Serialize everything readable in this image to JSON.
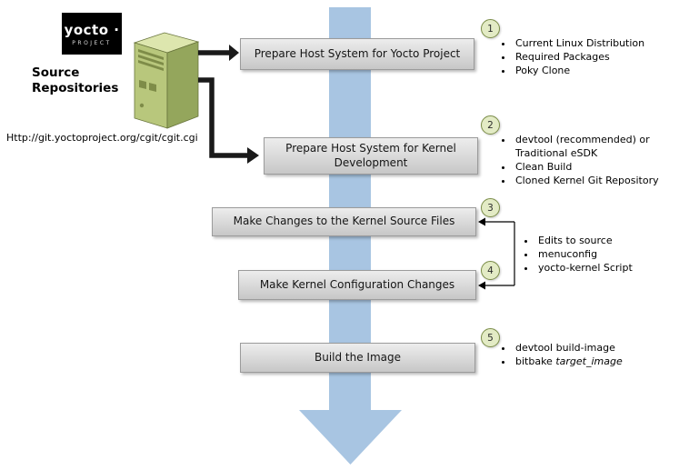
{
  "logo": {
    "brand": "yocto ·",
    "subtitle": "PROJECT"
  },
  "source": {
    "label": "Source Repositories",
    "url": "Http://git.yoctoproject.org/cgit/cgit.cgi"
  },
  "steps": [
    {
      "num": "1",
      "label": "Prepare Host System for Yocto Project",
      "bullets": [
        "Current Linux Distribution",
        "Required Packages",
        "Poky Clone"
      ]
    },
    {
      "num": "2",
      "label": "Prepare Host System for Kernel Development",
      "bullets": [
        "devtool (recommended) or Traditional eSDK",
        "Clean Build",
        "Cloned Kernel Git Repository"
      ]
    },
    {
      "num": "3",
      "label": "Make Changes to the Kernel Source Files"
    },
    {
      "num": "4",
      "label": "Make Kernel Configuration Changes"
    },
    {
      "num": "5",
      "label": "Build the Image",
      "bullets": [
        {
          "text": "devtool build-image"
        },
        {
          "prefix": "bitbake ",
          "italic": "target_image"
        }
      ]
    }
  ],
  "shared_bullets_steps_3_4": [
    "Edits to source",
    "menuconfig",
    "yocto-kernel Script"
  ],
  "colors": {
    "flow_arrow": "#a8c5e2",
    "box_fill_top": "#ededed",
    "box_fill_bottom": "#c7c7c7",
    "box_border": "#9b9b9b",
    "circle_fill": "#e3ebc5",
    "circle_border": "#7b8d48",
    "server_top": "#dde6ae",
    "server_front": "#b8c77c",
    "server_side": "#94a65c",
    "logo_bg": "#000000",
    "connector_black": "#1a1a1a"
  }
}
